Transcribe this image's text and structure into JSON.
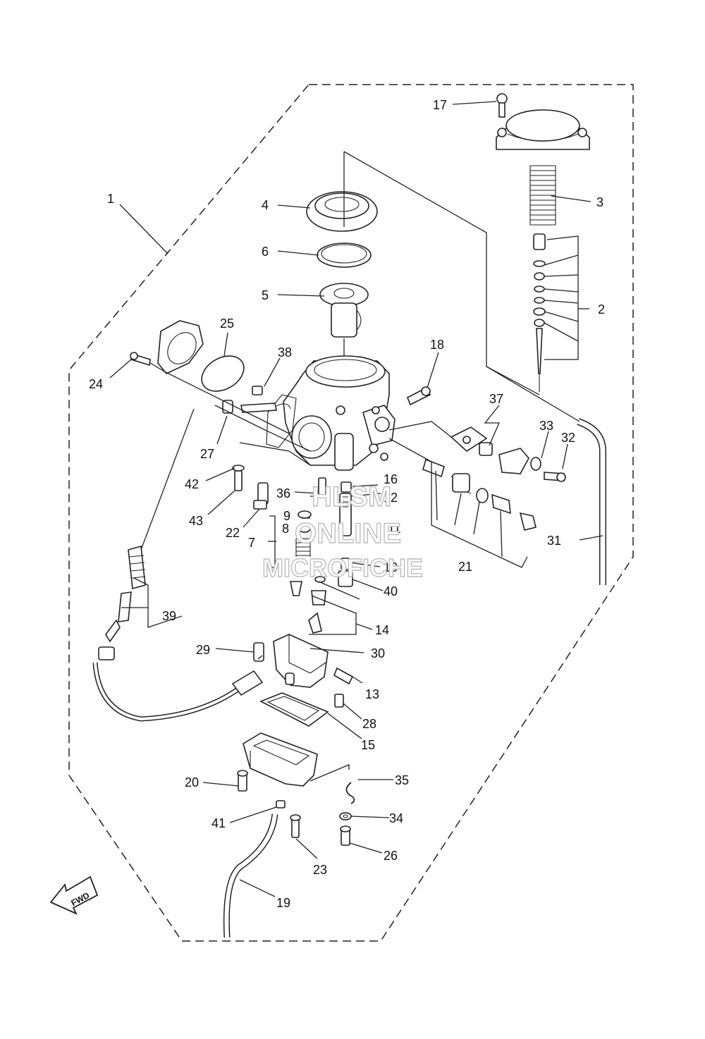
{
  "callouts": [
    "1",
    "2",
    "3",
    "4",
    "5",
    "6",
    "7",
    "8",
    "9",
    "10",
    "11",
    "12",
    "13",
    "14",
    "15",
    "16",
    "17",
    "18",
    "19",
    "20",
    "21",
    "22",
    "23",
    "24",
    "25",
    "26",
    "27",
    "28",
    "29",
    "30",
    "31",
    "32",
    "33",
    "34",
    "35",
    "36",
    "37",
    "38",
    "39",
    "40",
    "41",
    "42",
    "43"
  ],
  "fwd_label": "FWD",
  "watermark": {
    "line1": "HLSM",
    "line2": "ONLINE",
    "line3": "MICROFICHE"
  }
}
